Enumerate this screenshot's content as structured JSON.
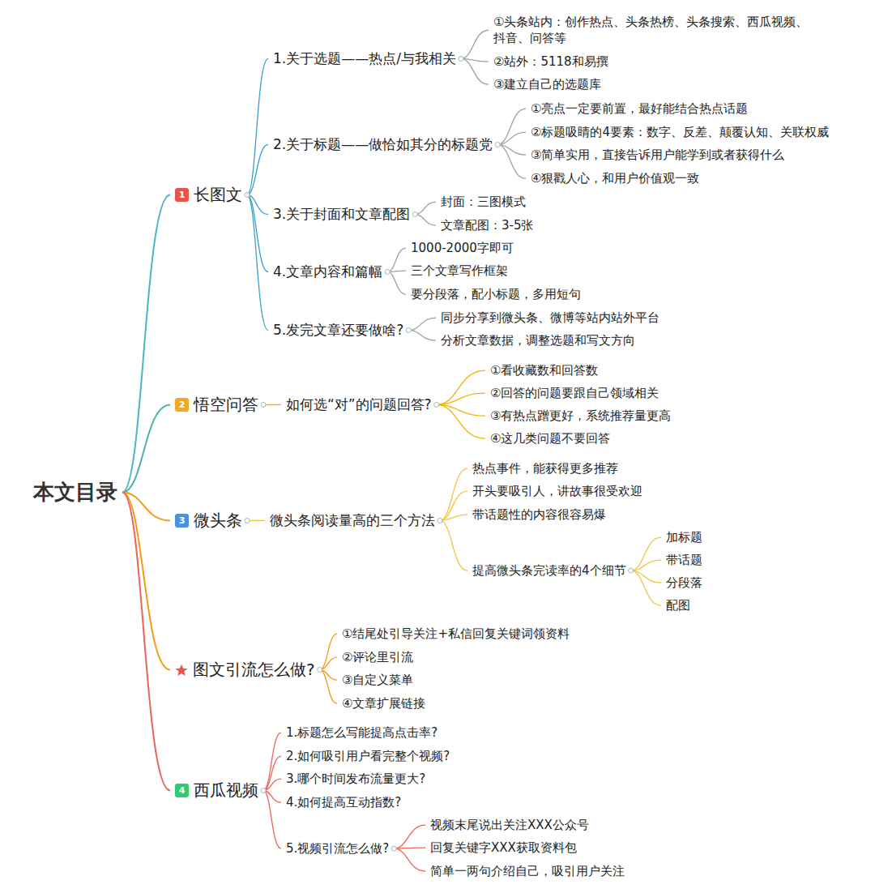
{
  "diagram": {
    "nodes": [
      {
        "text": [
          "本文目录"
        ]
      },
      {
        "text": [
          "1",
          "长图文"
        ]
      },
      {
        "text": [
          "1.关于选题——热点/与我相关"
        ]
      },
      {
        "text": [
          "①头条站内：创作热点、头条热榜、头条搜索、西瓜视频、抖音、问答等"
        ]
      },
      {
        "text": [
          "②站外：5118和易撰"
        ]
      },
      {
        "text": [
          "③建立自己的选题库"
        ]
      },
      {
        "text": [
          "2.关于标题——做恰如其分的标题党"
        ]
      },
      {
        "text": [
          "①亮点一定要前置，最好能结合热点话题"
        ]
      },
      {
        "text": [
          "②标题吸睛的4要素：数字、反差、颠覆认知、关联权威"
        ]
      },
      {
        "text": [
          "③简单实用，直接告诉用户能学到或者获得什么"
        ]
      },
      {
        "text": [
          "④狠戳人心，和用户价值观一致"
        ]
      },
      {
        "text": [
          "3.关于封面和文章配图"
        ]
      },
      {
        "text": [
          "封面：三图模式"
        ]
      },
      {
        "text": [
          "文章配图：3-5张"
        ]
      },
      {
        "text": [
          "4.文章内容和篇幅"
        ]
      },
      {
        "text": [
          "1000-2000字即可"
        ]
      },
      {
        "text": [
          "三个文章写作框架"
        ]
      },
      {
        "text": [
          "要分段落，配小标题，多用短句"
        ]
      },
      {
        "text": [
          "5.发完文章还要做啥?"
        ]
      },
      {
        "text": [
          "同步分享到微头条、微博等站内站外平台"
        ]
      },
      {
        "text": [
          "分析文章数据，调整选题和写文方向"
        ]
      },
      {
        "text": [
          "2",
          "悟空问答"
        ]
      },
      {
        "text": [
          "如何选“对”的问题回答?"
        ]
      },
      {
        "text": [
          "①看收藏数和回答数"
        ]
      },
      {
        "text": [
          "②回答的问题要跟自己领域相关"
        ]
      },
      {
        "text": [
          "③有热点蹭更好，系统推荐量更高"
        ]
      },
      {
        "text": [
          "④这几类问题不要回答"
        ]
      },
      {
        "text": [
          "3",
          "微头条"
        ]
      },
      {
        "text": [
          "微头条阅读量高的三个方法"
        ]
      },
      {
        "text": [
          "热点事件，能获得更多推荐"
        ]
      },
      {
        "text": [
          "开头要吸引人，讲故事很受欢迎"
        ]
      },
      {
        "text": [
          "带话题性的内容很容易爆"
        ]
      },
      {
        "text": [
          "提高微头条完读率的4个细节"
        ]
      },
      {
        "text": [
          "加标题"
        ]
      },
      {
        "text": [
          "带话题"
        ]
      },
      {
        "text": [
          "分段落"
        ]
      },
      {
        "text": [
          "配图"
        ]
      },
      {
        "text": [
          "图文引流怎么做?"
        ]
      },
      {
        "text": [
          "①结尾处引导关注+私信回复关键词领资料"
        ]
      },
      {
        "text": [
          "②评论里引流"
        ]
      },
      {
        "text": [
          "③自定义菜单"
        ]
      },
      {
        "text": [
          "④文章扩展链接"
        ]
      },
      {
        "text": [
          "4",
          "西瓜视频"
        ]
      },
      {
        "text": [
          "1.标题怎么写能提高点击率?"
        ]
      },
      {
        "text": [
          "2.如何吸引用户看完整个视频?"
        ]
      },
      {
        "text": [
          "3.哪个时间发布流量更大?"
        ]
      },
      {
        "text": [
          "4.如何提高互动指数?"
        ]
      },
      {
        "text": [
          "5.视频引流怎么做?"
        ]
      },
      {
        "text": [
          "视频末尾说出关注XXX公众号"
        ]
      },
      {
        "text": [
          "回复关键字XXX获取资料包"
        ]
      },
      {
        "text": [
          "简单一两句介绍自己，吸引用户关注"
        ]
      }
    ],
    "edges": [
      {
        "from": 0,
        "to": 1,
        "arrow": "none"
      },
      {
        "from": 1,
        "to": 2,
        "arrow": "none"
      },
      {
        "from": 2,
        "to": 3,
        "arrow": "none"
      },
      {
        "from": 2,
        "to": 4,
        "arrow": "none"
      },
      {
        "from": 2,
        "to": 5,
        "arrow": "none"
      },
      {
        "from": 1,
        "to": 6,
        "arrow": "none"
      },
      {
        "from": 6,
        "to": 7,
        "arrow": "none"
      },
      {
        "from": 6,
        "to": 8,
        "arrow": "none"
      },
      {
        "from": 6,
        "to": 9,
        "arrow": "none"
      },
      {
        "from": 6,
        "to": 10,
        "arrow": "none"
      },
      {
        "from": 1,
        "to": 11,
        "arrow": "none"
      },
      {
        "from": 11,
        "to": 12,
        "arrow": "none"
      },
      {
        "from": 11,
        "to": 13,
        "arrow": "none"
      },
      {
        "from": 1,
        "to": 14,
        "arrow": "none"
      },
      {
        "from": 14,
        "to": 15,
        "arrow": "none"
      },
      {
        "from": 14,
        "to": 16,
        "arrow": "none"
      },
      {
        "from": 14,
        "to": 17,
        "arrow": "none"
      },
      {
        "from": 1,
        "to": 18,
        "arrow": "none"
      },
      {
        "from": 18,
        "to": 19,
        "arrow": "none"
      },
      {
        "from": 18,
        "to": 20,
        "arrow": "none"
      },
      {
        "from": 0,
        "to": 21,
        "arrow": "none"
      },
      {
        "from": 21,
        "to": 22,
        "arrow": "none"
      },
      {
        "from": 22,
        "to": 23,
        "arrow": "none"
      },
      {
        "from": 22,
        "to": 24,
        "arrow": "none"
      },
      {
        "from": 22,
        "to": 25,
        "arrow": "none"
      },
      {
        "from": 22,
        "to": 26,
        "arrow": "none"
      },
      {
        "from": 0,
        "to": 27,
        "arrow": "none"
      },
      {
        "from": 27,
        "to": 28,
        "arrow": "none"
      },
      {
        "from": 28,
        "to": 29,
        "arrow": "none"
      },
      {
        "from": 28,
        "to": 30,
        "arrow": "none"
      },
      {
        "from": 28,
        "to": 31,
        "arrow": "none"
      },
      {
        "from": 28,
        "to": 32,
        "arrow": "none"
      },
      {
        "from": 32,
        "to": 33,
        "arrow": "none"
      },
      {
        "from": 32,
        "to": 34,
        "arrow": "none"
      },
      {
        "from": 32,
        "to": 35,
        "arrow": "none"
      },
      {
        "from": 32,
        "to": 36,
        "arrow": "none"
      },
      {
        "from": 0,
        "to": 37,
        "arrow": "none"
      },
      {
        "from": 37,
        "to": 38,
        "arrow": "none"
      },
      {
        "from": 37,
        "to": 39,
        "arrow": "none"
      },
      {
        "from": 37,
        "to": 40,
        "arrow": "none"
      },
      {
        "from": 37,
        "to": 41,
        "arrow": "none"
      },
      {
        "from": 0,
        "to": 42,
        "arrow": "none"
      },
      {
        "from": 42,
        "to": 43,
        "arrow": "none"
      },
      {
        "from": 42,
        "to": 44,
        "arrow": "none"
      },
      {
        "from": 42,
        "to": 45,
        "arrow": "none"
      },
      {
        "from": 42,
        "to": 46,
        "arrow": "none"
      },
      {
        "from": 42,
        "to": 47,
        "arrow": "none"
      },
      {
        "from": 47,
        "to": 48,
        "arrow": "none"
      },
      {
        "from": 47,
        "to": 49,
        "arrow": "none"
      },
      {
        "from": 47,
        "to": 50,
        "arrow": "none"
      }
    ]
  }
}
